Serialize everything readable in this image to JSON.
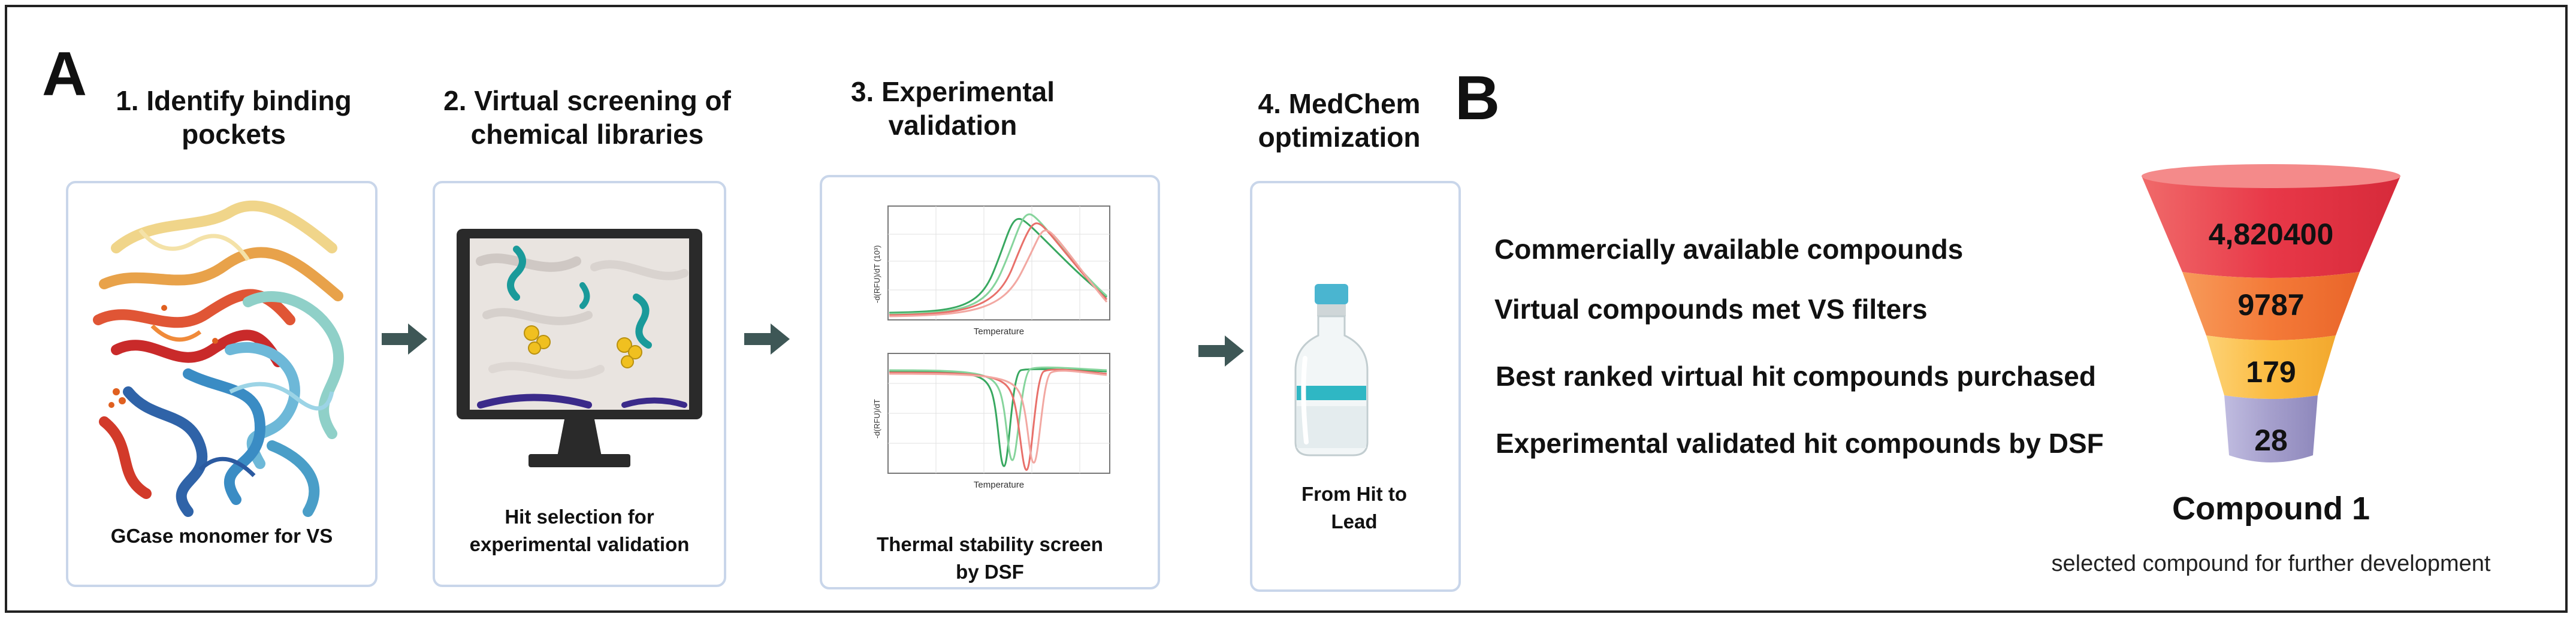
{
  "panel_a": {
    "letter": "A",
    "steps": [
      {
        "title": "1. Identify binding pockets",
        "caption": "GCase monomer for VS"
      },
      {
        "title": "2. Virtual screening of chemical libraries",
        "caption": "Hit selection for experimental validation"
      },
      {
        "title": "3. Experimental validation",
        "caption": "Thermal stability screen by DSF"
      },
      {
        "title": "4. MedChem optimization",
        "caption": "From Hit to Lead"
      }
    ],
    "plot_top": {
      "xlabel": "Temperature",
      "ylabel": "-d(RFU)/dT (10³)"
    },
    "plot_bottom": {
      "xlabel": "Temperature",
      "ylabel": "-d(RFU)/dT"
    }
  },
  "panel_b": {
    "letter": "B",
    "funnel": [
      {
        "label": "Commercially available compounds",
        "value": "4,820400",
        "color": "#e8414a"
      },
      {
        "label": "Virtual compounds met VS filters",
        "value": "9787",
        "color": "#f5803e"
      },
      {
        "label": "Best ranked virtual hit compounds purchased",
        "value": "179",
        "color": "#fbbf45"
      },
      {
        "label": "Experimental validated hit compounds by DSF",
        "value": "28",
        "color": "#a7a2cd"
      }
    ],
    "compound_title": "Compound 1",
    "compound_subtitle": "selected compound for further development"
  },
  "colors": {
    "card_border": "#c9d6ea",
    "arrow": "#3e5756",
    "dsf_green": "#38a860",
    "dsf_red": "#e8706a"
  }
}
